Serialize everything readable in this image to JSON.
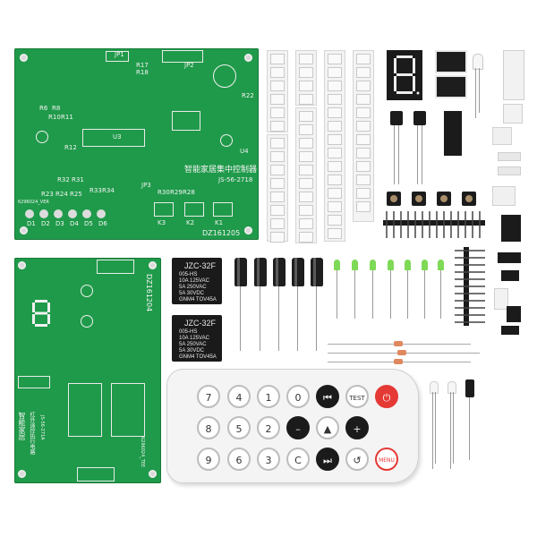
{
  "board_top": {
    "title_cn": "智能家居集中控制器",
    "model": "JS-56-2718",
    "id": "DZ161205",
    "left_code": "6296024_VER",
    "labels": [
      "R30",
      "R29",
      "R28",
      "K3",
      "K2",
      "K1",
      "D6",
      "D5",
      "D4",
      "D3",
      "D2",
      "D1",
      "U3",
      "U4",
      "R17",
      "R18",
      "R22",
      "JP1",
      "JP2",
      "JP3",
      "R34",
      "R33",
      "R31",
      "R32",
      "R25",
      "R24",
      "R23",
      "R6",
      "R8",
      "R10",
      "R11",
      "R12"
    ]
  },
  "board_bottom": {
    "id": "DZ161204",
    "title_cn": "智能家居",
    "sub_cn": "红外遥控执行电路",
    "model": "JS-56-271A",
    "bottom_code": "6296024_TEE"
  },
  "relays": [
    {
      "title": "JZC-32F",
      "spec": [
        "005-HS",
        "10A 125VAC",
        "5A 250VAC",
        "5A 30VDC",
        "GNM4 TOV45A"
      ]
    },
    {
      "title": "JZC-32F",
      "spec": [
        "005-HS",
        "10A 125VAC",
        "5A 250VAC",
        "5A 30VDC",
        "GNM4 TOV45A"
      ]
    }
  ],
  "remote": {
    "keys": [
      "7",
      "4",
      "1",
      "0",
      "⏮",
      "TEST",
      "⏻",
      "8",
      "5",
      "2",
      "–",
      "▲",
      "+",
      "9",
      "6",
      "3",
      "C",
      "⏭",
      "↺",
      "MENU"
    ]
  },
  "colors": {
    "pcb": "#1f9a4a",
    "led": "#7ed957",
    "remote": "#f4f4f4",
    "power": "#e53935"
  }
}
